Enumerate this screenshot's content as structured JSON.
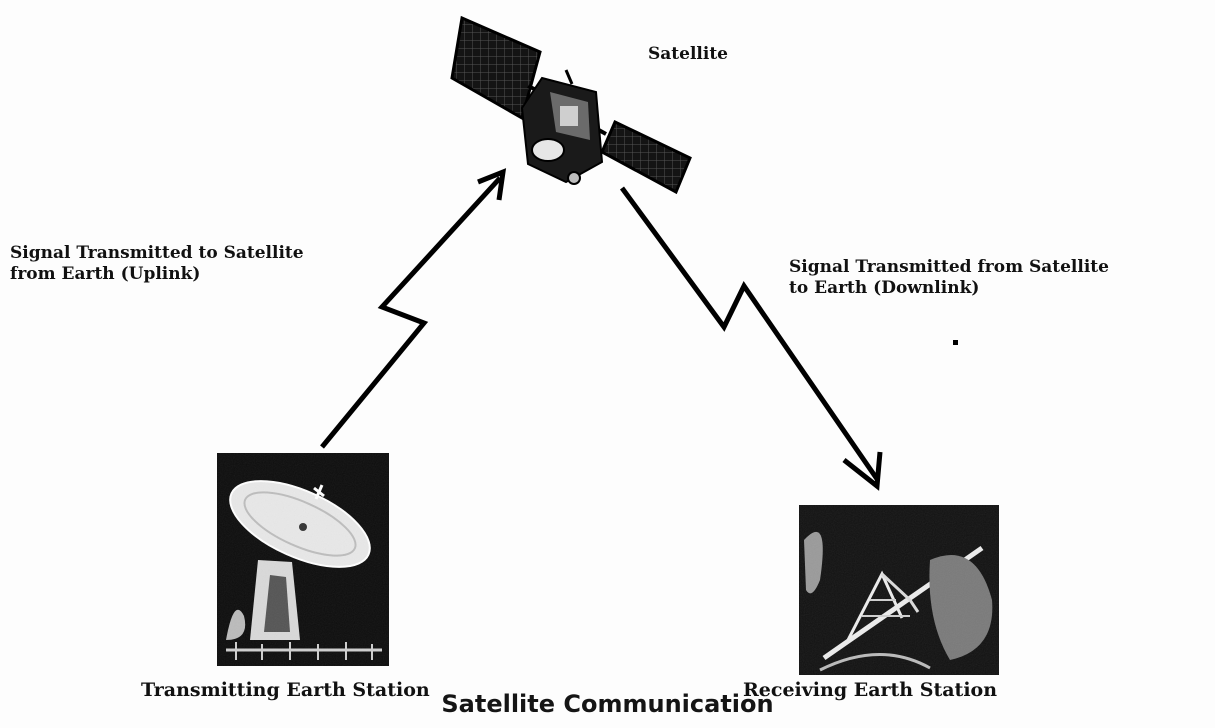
{
  "diagram": {
    "satellite_label": "Satellite",
    "uplink_label": "Signal Transmitted to Satellite\nfrom Earth (Uplink)",
    "downlink_label": "Signal Transmitted from Satellite\nto Earth (Downlink)",
    "transmitting_station_label": "Transmitting Earth  Station",
    "receiving_station_label": "Receiving Earth  Station",
    "caption": "Satellite Communication"
  },
  "icons": {
    "satellite": "satellite-icon",
    "transmitting_station": "satellite-dish-icon",
    "receiving_station": "antenna-icon",
    "uplink_arrow": "zigzag-arrow-up",
    "downlink_arrow": "zigzag-arrow-down"
  },
  "colors": {
    "ink": "#111111",
    "photo_background": "#0d0d0d",
    "photo_highlight": "#e8e8e8"
  }
}
